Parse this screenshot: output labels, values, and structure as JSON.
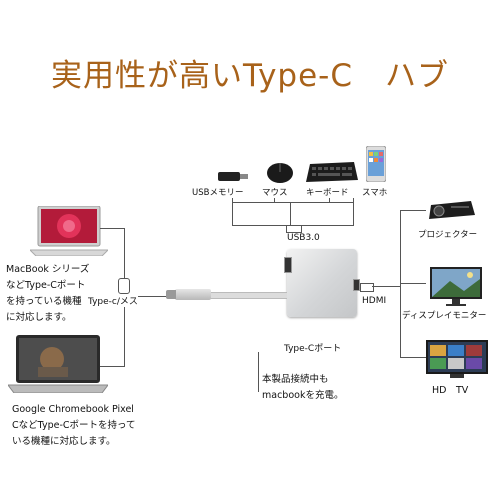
{
  "title": "実用性が高いType-C　ハブ",
  "devices_top": {
    "usb": "USBメモリー",
    "mouse": "マウス",
    "keyboard": "キーボード",
    "phone": "スマホ"
  },
  "usb_port_label": "USB3.0",
  "hdmi_label": "HDMI",
  "typec_port_label": "Type-Cポート",
  "charge_note": [
    "本製品接続中も",
    "macbookを充電。"
  ],
  "cable_label": "Type-c/メス",
  "macbook_text": [
    "MacBook シリーズ",
    "などType-Cポート",
    "を持っている機種",
    "に対応します。"
  ],
  "chromebook_text": [
    "Google Chromebook Pixel",
    "CなどType-Cポートを持って",
    "いる機種に対応します。"
  ],
  "outputs": {
    "projector": "プロジェクター",
    "monitor": "ディスプレイモニター",
    "tv": "HD　TV"
  }
}
